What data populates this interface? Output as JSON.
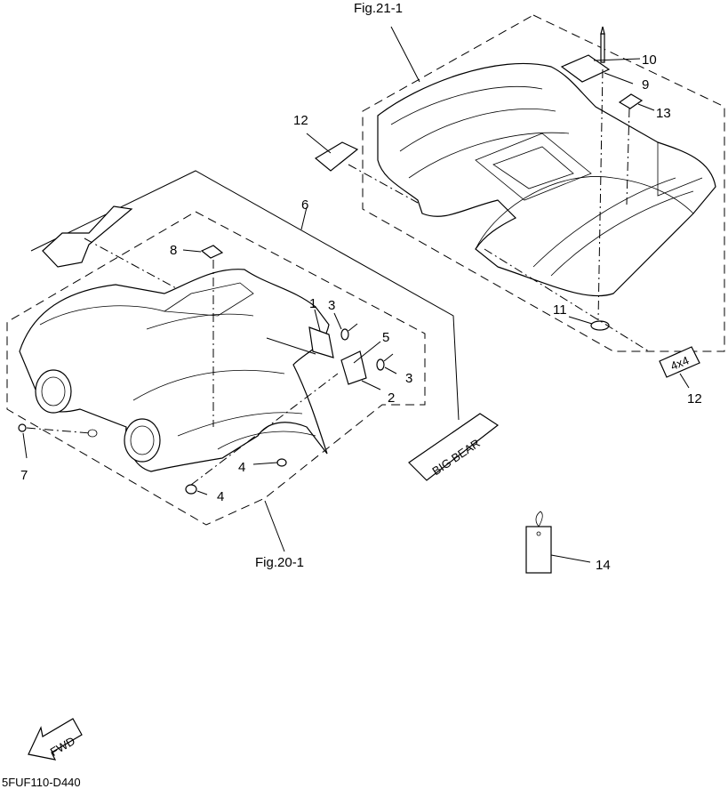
{
  "figure_refs": {
    "rear": "Fig.21-1",
    "front": "Fig.20-1"
  },
  "callouts": [
    "1",
    "2",
    "3",
    "3",
    "4",
    "4",
    "5",
    "6",
    "7",
    "8",
    "9",
    "10",
    "11",
    "12",
    "12",
    "13",
    "14"
  ],
  "decal_text": {
    "big_bear": "BIG BEAR",
    "four_by_four": "4x4"
  },
  "fwd_label": "FWD",
  "diagram_code": "5FUF110-D440"
}
